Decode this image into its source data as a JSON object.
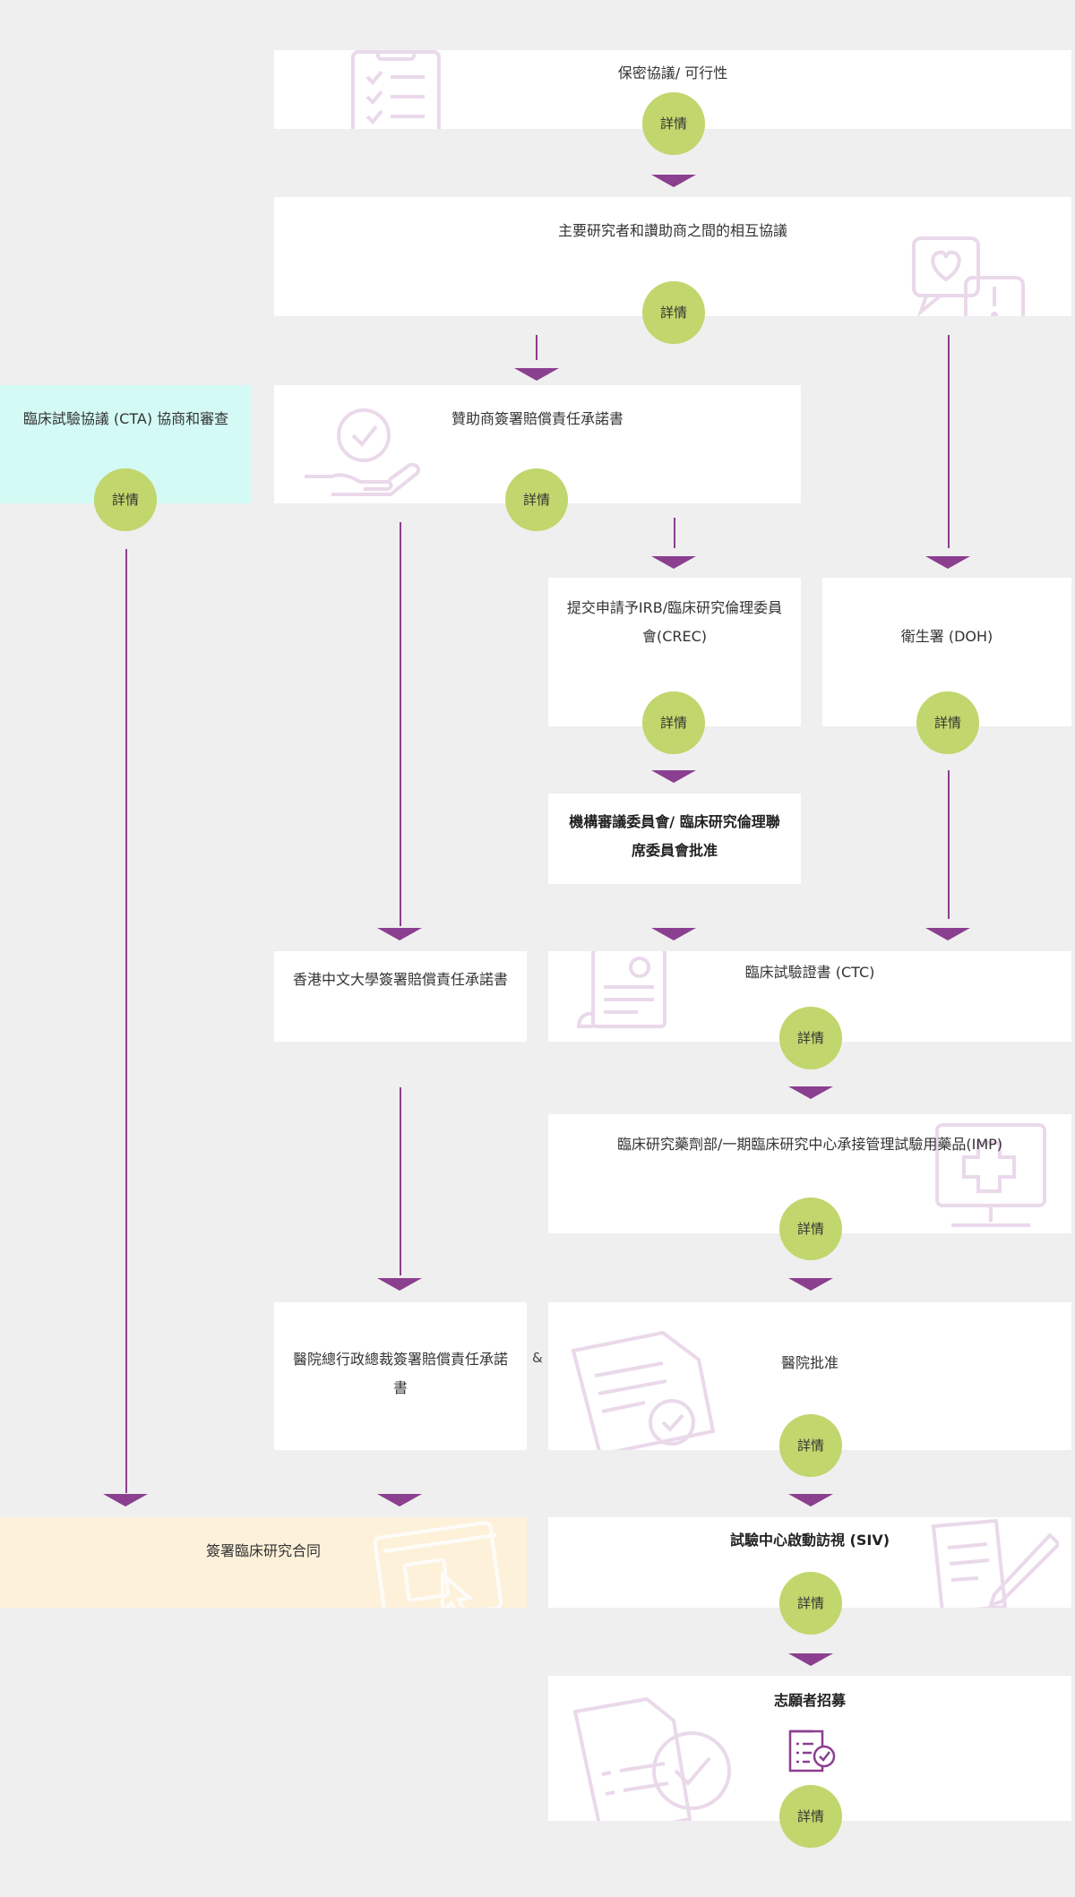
{
  "detail_label": "詳情",
  "ampersand": "&",
  "steps": {
    "nda": "保密協議/ 可行性",
    "pi_sponsor": "主要研究者和讚助商之間的相互協議",
    "cta": "臨床試驗協議 (CTA) 協商和審查",
    "sponsor_indemnity": "贊助商簽署賠償責任承諾書",
    "irb_submit": "提交申請予IRB/臨床研究倫理委員會(CREC)",
    "doh": "衛生署 (DOH)",
    "irb_approval": "機構審議委員會/ 臨床研究倫理聯席委員會批准",
    "cuhk_indemnity": "香港中文大學簽署賠償責任承諾書",
    "ctc": "臨床試驗證書 (CTC)",
    "imp": "臨床研究藥劑部/一期臨床研究中心承接管理試驗用藥品(IMP)",
    "hce_indemnity": "醫院總行政總裁簽署賠償責任承諾書",
    "hospital_approval": "醫院批准",
    "sign_contract": "簽署臨床研究合同",
    "siv": "試驗中心啟動訪視 (SIV)",
    "recruitment": "志願者招募"
  },
  "colors": {
    "accent_green": "#c1d66c",
    "connector_purple": "#8b3f8f",
    "cta_box": "#d4faf5",
    "contract_box": "#fdf1da",
    "background": "#efefef"
  },
  "icons": {
    "nda": "clipboard-checklist-icon",
    "pi_sponsor": "chat-bubbles-icon",
    "sponsor_indemnity": "hand-check-icon",
    "ctc": "certificate-scroll-icon",
    "imp": "medical-monitor-icon",
    "hospital_approval": "approval-document-icon",
    "sign_contract": "browser-click-icon",
    "siv": "document-pen-icon",
    "recruitment_bg": "document-check-icon",
    "recruitment_inline": "checklist-document-icon"
  }
}
